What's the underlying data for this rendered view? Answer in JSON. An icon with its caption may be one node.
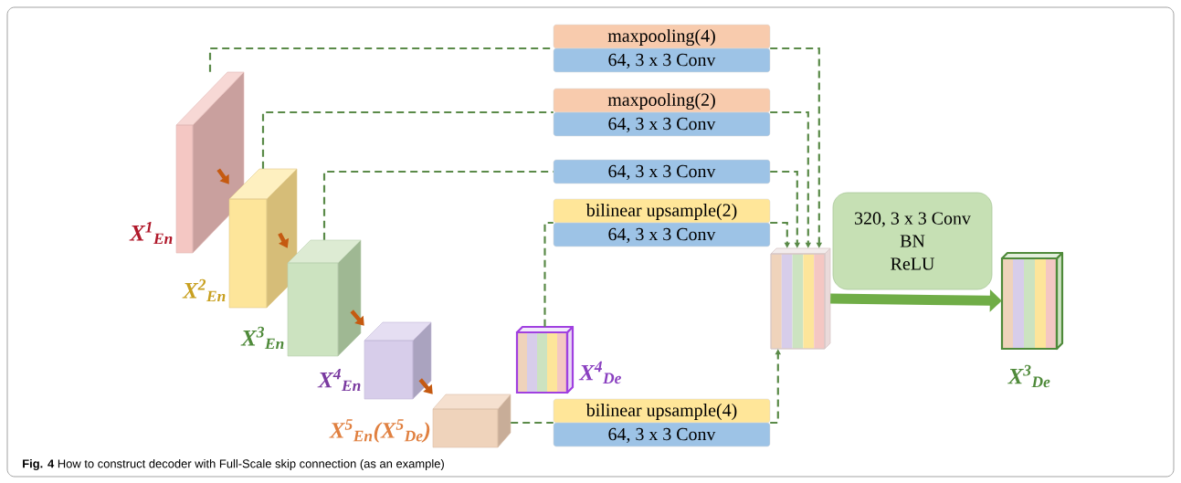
{
  "diagram": {
    "caption": "**Fig. 4** How to construct decoder with Full-Scale skip connection (as an example)",
    "nodes": [
      {
        "text": [
          "X$^{1}$$_{En}$"
        ]
      },
      {
        "text": [
          "X$^{2}$$_{En}$"
        ]
      },
      {
        "text": [
          "X$^{3}$$_{En}$"
        ]
      },
      {
        "text": [
          "X$^{4}$$_{En}$"
        ]
      },
      {
        "text": [
          "X$^{5}$$_{En}$(X$^{5}$$_{De}$)"
        ]
      },
      {
        "text": [
          "X$^{4}$$_{De}$"
        ]
      },
      {
        "text": [
          "maxpooling(4)",
          "64, 3 x 3 Conv"
        ]
      },
      {
        "text": [
          "maxpooling(2)",
          "64, 3 x 3 Conv"
        ]
      },
      {
        "text": [
          "64, 3 x 3 Conv"
        ]
      },
      {
        "text": [
          "bilinear upsample(2)",
          "64, 3 x 3 Conv"
        ]
      },
      {
        "text": [
          "bilinear upsample(4)",
          "64, 3 x 3 Conv"
        ]
      },
      {
        "text": [],
        "shape": "box"
      },
      {
        "text": [
          "320, 3 x 3 Conv",
          "BN",
          "ReLU"
        ]
      },
      {
        "text": [
          "X$^{3}$$_{De}$"
        ]
      }
    ],
    "edges": [
      {
        "from": 0,
        "to": 1,
        "arrow": "to",
        "style": "thick",
        "color": "#c55a11"
      },
      {
        "from": 1,
        "to": 2,
        "arrow": "to",
        "style": "thick",
        "color": "#c55a11"
      },
      {
        "from": 2,
        "to": 3,
        "arrow": "to",
        "style": "thick",
        "color": "#c55a11"
      },
      {
        "from": 3,
        "to": 4,
        "arrow": "to",
        "style": "thick",
        "color": "#c55a11"
      },
      {
        "from": 0,
        "to": 6,
        "arrow": "none",
        "style": "dashed"
      },
      {
        "from": 6,
        "to": 11,
        "arrow": "to",
        "style": "dashed"
      },
      {
        "from": 1,
        "to": 7,
        "arrow": "none",
        "style": "dashed"
      },
      {
        "from": 7,
        "to": 11,
        "arrow": "to",
        "style": "dashed"
      },
      {
        "from": 2,
        "to": 8,
        "arrow": "none",
        "style": "dashed"
      },
      {
        "from": 8,
        "to": 11,
        "arrow": "to",
        "style": "dashed"
      },
      {
        "from": 5,
        "to": 9,
        "arrow": "none",
        "style": "dashed"
      },
      {
        "from": 9,
        "to": 11,
        "arrow": "to",
        "style": "dashed"
      },
      {
        "from": 4,
        "to": 10,
        "arrow": "none",
        "style": "dashed"
      },
      {
        "from": 10,
        "to": 11,
        "arrow": "to",
        "style": "dashed"
      },
      {
        "from": 11,
        "to": 13,
        "arrow": "to",
        "style": "thick",
        "color": "#70ad47"
      }
    ]
  }
}
